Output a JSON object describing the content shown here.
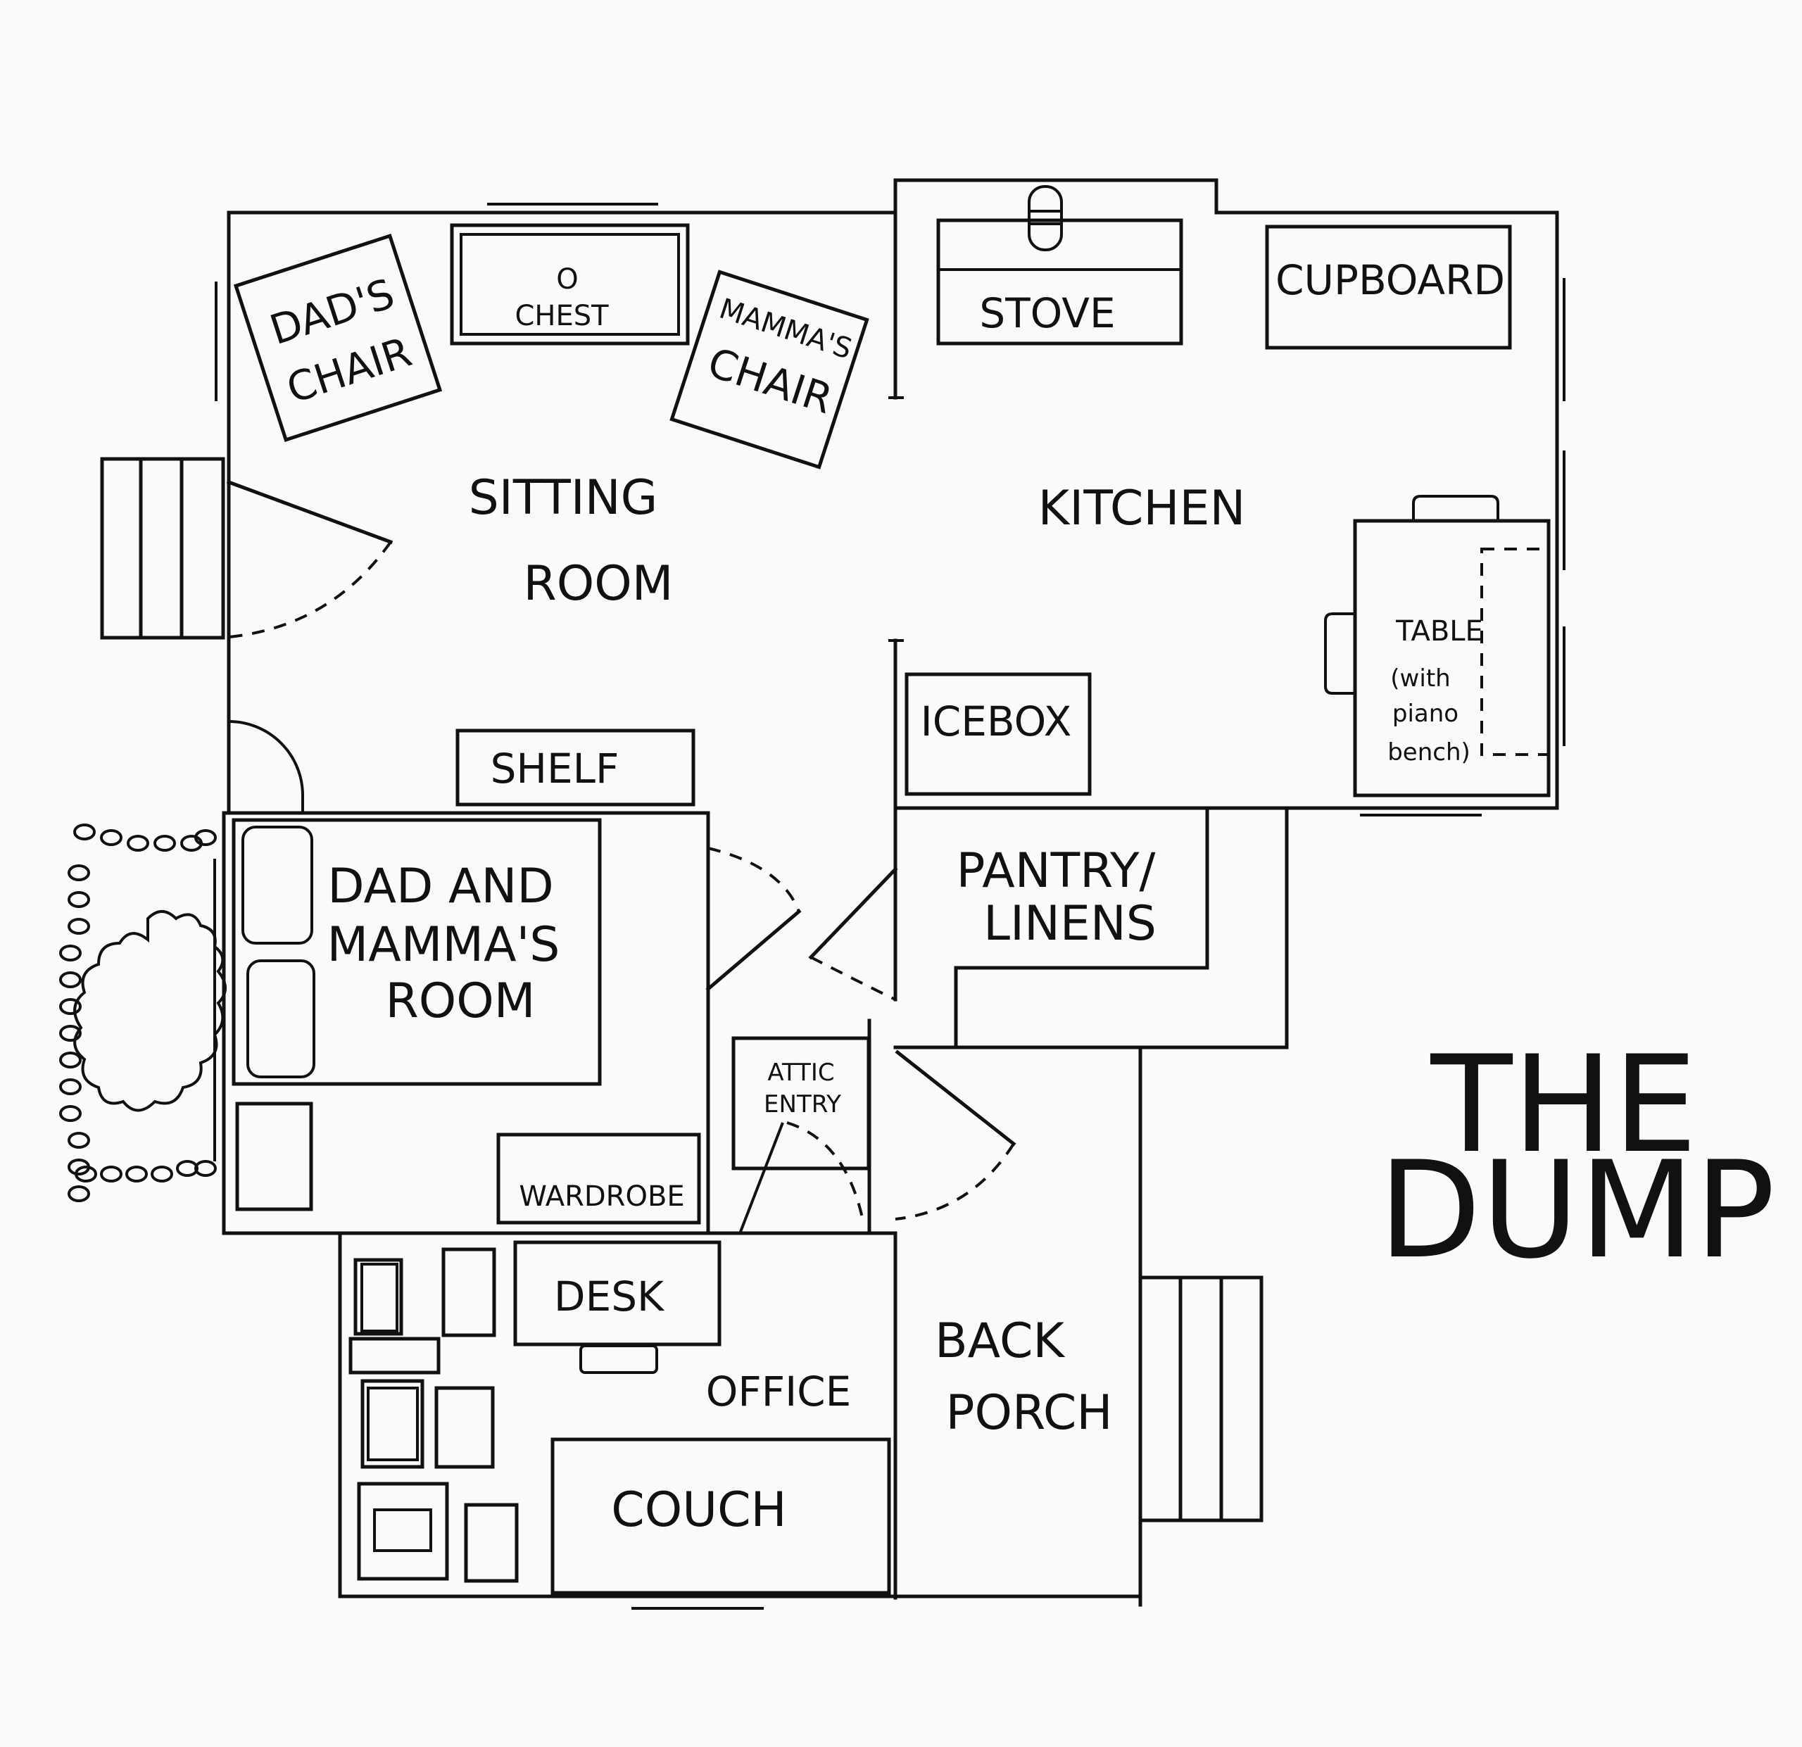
{
  "title": {
    "line1": "THE",
    "line2": "DUMP"
  },
  "rooms": {
    "sitting_line1": "SITTING",
    "sitting_line2": "ROOM",
    "kitchen": "KITCHEN",
    "bedroom_line1": "DAD AND",
    "bedroom_line2": "MAMMA'S",
    "bedroom_line3": "ROOM",
    "pantry_line1": "PANTRY/",
    "pantry_line2": "LINENS",
    "office": "OFFICE",
    "porch_line1": "BACK",
    "porch_line2": "PORCH",
    "attic_line1": "ATTIC",
    "attic_line2": "ENTRY"
  },
  "furniture": {
    "dads_chair_line1": "DAD'S",
    "dads_chair_line2": "CHAIR",
    "chest_mark": "O",
    "chest": "CHEST",
    "mammas_chair_line1": "MAMMA'S",
    "mammas_chair_line2": "CHAIR",
    "stove": "STOVE",
    "cupboard": "CUPBOARD",
    "icebox": "ICEBOX",
    "table": "TABLE",
    "table_note_1": "(with",
    "table_note_2": "piano",
    "table_note_3": "bench)",
    "shelf": "SHELF",
    "wardrobe": "WARDROBE",
    "desk": "DESK",
    "couch": "COUCH"
  }
}
